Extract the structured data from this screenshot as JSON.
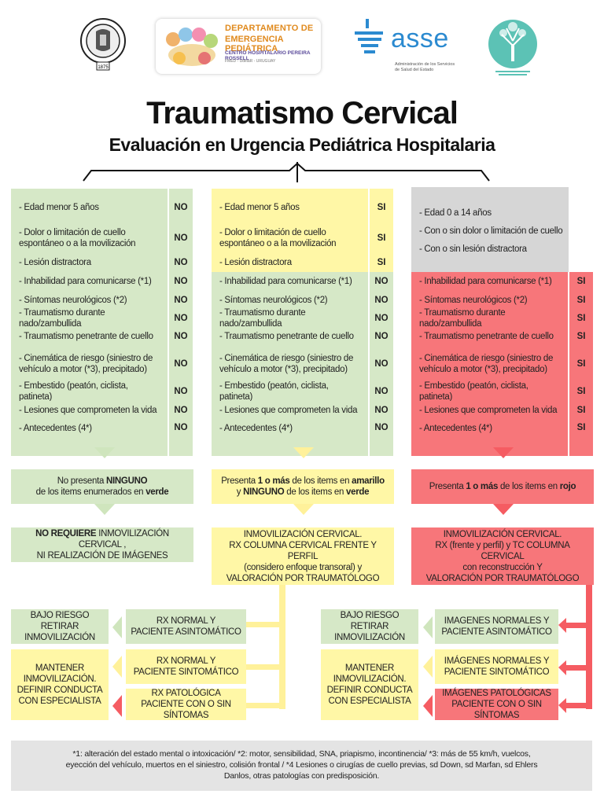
{
  "header": {
    "seal_year": "1875",
    "dep_line1": "DEPARTAMENTO DE",
    "dep_line2": "EMERGENCIA PEDIÁTRICA",
    "dep_line3": "CENTRO HOSPITALARIO PEREIRA ROSSELL",
    "dep_line4": "FMED - UdelaR - URUGUAY",
    "asse_word": "asse",
    "asse_sub1": "Administración de los Servicios",
    "asse_sub2": "de Salud del Estado"
  },
  "title": {
    "main": "Traumatismo Cervical",
    "sub": "Evaluación en Urgencia Pediátrica Hospitalaria"
  },
  "columns": {
    "green": {
      "rows": [
        {
          "label": "- Edad menor 5 años",
          "value": "NO"
        },
        {
          "label": "- Dolor o limitación de cuello espontáneo o a la movilización",
          "value": "NO"
        },
        {
          "label": "- Lesión distractora",
          "value": "NO"
        },
        {
          "label": "- Inhabilidad para comunicarse (*1)",
          "value": "NO"
        },
        {
          "label": "- Síntomas neurológicos (*2)",
          "value": "NO"
        },
        {
          "label": "- Traumatismo durante nado/zambullida",
          "value": "NO"
        },
        {
          "label": "- Traumatismo penetrante de cuello",
          "value": "NO"
        },
        {
          "label": "- Cinemática de riesgo (siniestro de vehículo a motor (*3), precipitado)",
          "value": "NO"
        },
        {
          "label": "- Embestido (peatón, ciclista, patineta)",
          "value": "NO"
        },
        {
          "label": "- Lesiones que comprometen la vida",
          "value": "NO"
        },
        {
          "label": "- Antecedentes (4*)",
          "value": "NO"
        }
      ],
      "summary_l1_pre": "No presenta ",
      "summary_l1_bold": "NINGUNO",
      "summary_l2_pre": "de los items enumerados en ",
      "summary_l2_bold": "verde",
      "result_bold": "NO REQUIERE",
      "result_rest": " INMOVILIZACIÓN CERVICAL ,",
      "result_l2": "NI REALIZACIÓN DE IMÁGENES"
    },
    "yellow": {
      "rows": [
        {
          "label": "- Edad menor 5 años",
          "value": "SI"
        },
        {
          "label": "- Dolor o limitación de cuello espontáneo o a la movilización",
          "value": "SI"
        },
        {
          "label": "- Lesión distractora",
          "value": "SI"
        },
        {
          "label": "- Inhabilidad para comunicarse (*1)",
          "value": "NO"
        },
        {
          "label": "- Síntomas neurológicos (*2)",
          "value": "NO"
        },
        {
          "label": "- Traumatismo durante nado/zambullida",
          "value": "NO"
        },
        {
          "label": "- Traumatismo penetrante de cuello",
          "value": "NO"
        },
        {
          "label": "- Cinemática de riesgo (siniestro de vehículo a motor (*3), precipitado)",
          "value": "NO"
        },
        {
          "label": "- Embestido (peatón, ciclista, patineta)",
          "value": "NO"
        },
        {
          "label": "- Lesiones que comprometen la vida",
          "value": "NO"
        },
        {
          "label": "- Antecedentes (4*)",
          "value": "NO"
        }
      ],
      "summary_l1_a": "Presenta ",
      "summary_l1_b": "1 o más",
      "summary_l1_c": " de los items en ",
      "summary_l1_d": "amarillo",
      "summary_l2_a": "y ",
      "summary_l2_b": "NINGUNO",
      "summary_l2_c": " de los items en ",
      "summary_l2_d": "verde",
      "result_l1": "INMOVILIZACIÓN CERVICAL.",
      "result_l2": "RX COLUMNA CERVICAL FRENTE Y PERFIL",
      "result_l3": "(considero enfoque transoral) y",
      "result_l4": "VALORACIÓN POR TRAUMATÓLOGO"
    },
    "red": {
      "gray_rows": [
        "- Edad 0 a 14 años",
        "- Con o sin dolor o limitación de cuello",
        "- Con o sin lesión distractora"
      ],
      "rows": [
        {
          "label": "- Inhabilidad para comunicarse (*1)",
          "value": "SI"
        },
        {
          "label": "- Síntomas neurológicos (*2)",
          "value": "SI"
        },
        {
          "label": "- Traumatismo durante nado/zambullida",
          "value": "SI"
        },
        {
          "label": "- Traumatismo penetrante de cuello",
          "value": "SI"
        },
        {
          "label": "- Cinemática de riesgo (siniestro de vehículo a motor (*3), precipitado)",
          "value": "SI"
        },
        {
          "label": "- Embestido (peatón, ciclista, patineta)",
          "value": "SI"
        },
        {
          "label": "- Lesiones que comprometen la vida",
          "value": "SI"
        },
        {
          "label": "- Antecedentes (4*)",
          "value": "SI"
        }
      ],
      "summary_a": "Presenta ",
      "summary_b": "1 o más",
      "summary_c": " de los items en ",
      "summary_d": "rojo",
      "result_l1": "INMOVILIZACIÓN CERVICAL.",
      "result_l2": "RX (frente y perfil) y TC COLUMNA CERVICAL",
      "result_l3": "con reconstrucción Y",
      "result_l4": "VALORACIÓN POR TRAUMATÓLOGO"
    }
  },
  "flow_left": {
    "low_risk_l1": "BAJO RIESGO",
    "low_risk_l2": "RETIRAR INMOVILIZACIÓN",
    "normal_asym_l1": "RX NORMAL Y",
    "normal_asym_l2": "PACIENTE ASINTOMÁTICO",
    "normal_sym_l1": "RX NORMAL Y",
    "normal_sym_l2": "PACIENTE SINTOMÁTICO",
    "patho_l1": "RX PATOLÓGICA",
    "patho_l2": "PACIENTE CON O SIN SÍNTOMAS",
    "keep_l1": "MANTENER",
    "keep_l2": "INMOVILIZACIÓN.",
    "keep_l3": "DEFINIR CONDUCTA",
    "keep_l4": "CON ESPECIALISTA"
  },
  "flow_right": {
    "low_risk_l1": "BAJO RIESGO",
    "low_risk_l2": "RETIRAR INMOVILIZACIÓN",
    "normal_asym_l1": "IMAGENES NORMALES Y",
    "normal_asym_l2": "PACIENTE ASINTOMÁTICO",
    "normal_sym_l1": "IMÁGENES NORMALES Y",
    "normal_sym_l2": "PACIENTE SINTOMÁTICO",
    "patho_l1": "IMÁGENES PATOLÓGICAS",
    "patho_l2": "PACIENTE CON O SIN SÍNTOMAS",
    "keep_l1": "MANTENER",
    "keep_l2": "INMOVILIZACIÓN.",
    "keep_l3": "DEFINIR CONDUCTA",
    "keep_l4": "CON ESPECIALISTA"
  },
  "footnote": {
    "l1": "*1: alteración del estado mental o intoxicación/ *2: motor, sensibilidad, SNA, priapismo, incontinencia/ *3: más de 55 km/h, vuelcos,",
    "l2": "eyección del vehículo, muertos en el siniestro, colisión frontal / *4 Lesiones o cirugías de cuello previas, sd Down, sd Marfan, sd Ehlers",
    "l3": "Danlos, otras patologías con predisposición."
  },
  "colors": {
    "green": "#d6e8c7",
    "yellow": "#fff7a6",
    "red": "#f7767a",
    "gray": "#d6d6d6",
    "arrow_green": "#cfe5bd",
    "arrow_yellow": "#fff19a",
    "arrow_red": "#f55c62"
  }
}
